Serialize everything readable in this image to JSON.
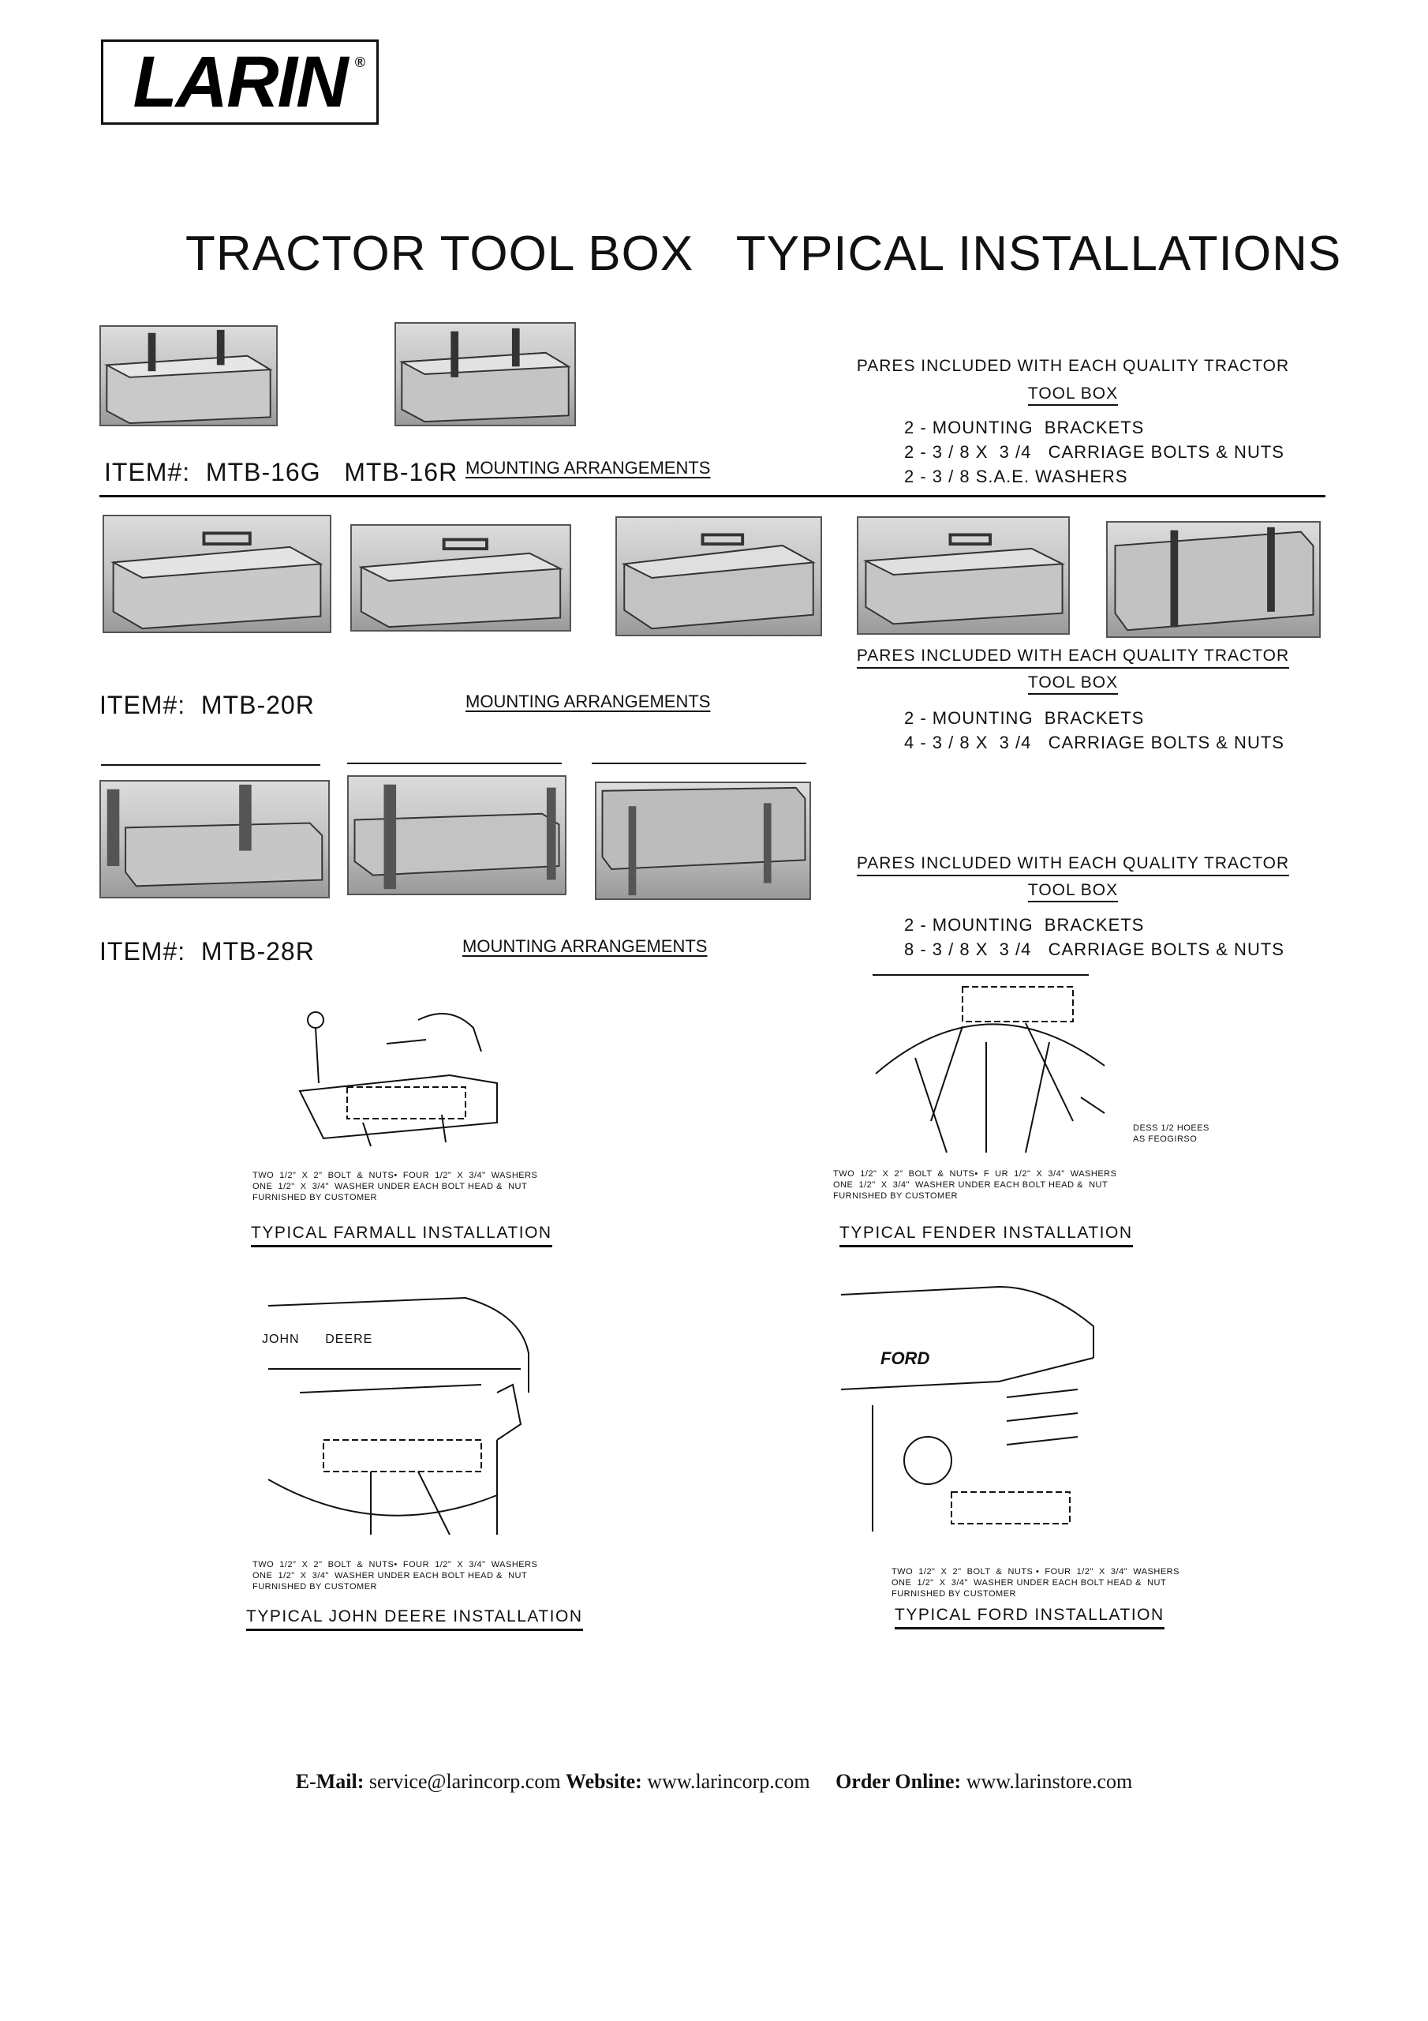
{
  "brand": {
    "logo_text": "LARIN",
    "registered_mark": "®"
  },
  "title": "TRACTOR TOOL BOX   TYPICAL INSTALLATIONS",
  "sections": [
    {
      "item_label": "ITEM#:  MTB-16G   MTB-16R",
      "mounting_label": "MOUNTING  ARRANGEMENTS",
      "parts_heading": "PARES INCLUDED WITH EACH QUALITY TRACTOR",
      "parts_subheading": "TOOL BOX",
      "parts": [
        "2 - MOUNTING  BRACKETS",
        "2 - 3 / 8 X  3 /4   CARRIAGE BOLTS & NUTS",
        "2 - 3 / 8 S.A.E. WASHERS"
      ]
    },
    {
      "item_label": "ITEM#:  MTB-20R",
      "mounting_label": "MOUNTING  ARRANGEMENTS",
      "parts_heading": "PARES INCLUDED WITH EACH QUALITY TRACTOR",
      "parts_subheading": "TOOL BOX",
      "parts": [
        "2 - MOUNTING  BRACKETS",
        "4 - 3 / 8 X  3 /4   CARRIAGE BOLTS & NUTS"
      ]
    },
    {
      "item_label": "ITEM#:  MTB-28R",
      "mounting_label": "MOUNTING  ARRANGEMENTS",
      "parts_heading": "PARES INCLUDED WITH EACH QUALITY TRACTOR",
      "parts_subheading": "TOOL BOX",
      "parts": [
        "2 - MOUNTING  BRACKETS",
        "8 - 3 / 8 X  3 /4   CARRIAGE BOLTS & NUTS"
      ]
    }
  ],
  "installations": [
    {
      "title": "TYPICAL  FARMALL  INSTALLATION",
      "note": "TWO  1/2\"  X  2\"  BOLT  &  NUTS•  FOUR  1/2\"  X  3/4\"  WASHERS\nONE  1/2\"  X  3/4\"  WASHER UNDER EACH BOLT HEAD &  NUT\nFURNISHED BY CUSTOMER"
    },
    {
      "title": "TYPICAL  FENDER  INSTALLATION",
      "note": "TWO  1/2\"  X  2\"  BOLT  &  NUTS•  F  UR  1/2\"  X  3/4\"  WASHERS\nONE  1/2\"  X  3/4\"  WASHER UNDER EACH BOLT HEAD &  NUT\nFURNISHED BY CUSTOMER",
      "callout": "DESS 1/2 HOEES\nAS FEOGIRSO"
    },
    {
      "title": "TYPICAL  JOHN  DEERE  INSTALLATION",
      "note": "TWO  1/2\"  X  2\"  BOLT  &  NUTS•  FOUR  1/2\"  X  3/4\"  WASHERS\nONE  1/2\"  X  3/4\"  WASHER UNDER EACH BOLT HEAD &  NUT\nFURNISHED BY CUSTOMER",
      "drawing_label": "JOHN      DEERE"
    },
    {
      "title": "TYPICAL  FORD  INSTALLATION",
      "note": "TWO  1/2\"  X  2\"  BOLT  &  NUTS •  FOUR  1/2\"  X  3/4\"  WASHERS\nONE  1/2\"  X  3/4\"  WASHER UNDER EACH BOLT HEAD &  NUT\nFURNISHED BY CUSTOMER",
      "drawing_label": "FORD"
    }
  ],
  "footer": {
    "email_label": "E-Mail:",
    "email": "service@larincorp.com",
    "website_label": "Website:",
    "website": "www.larincorp.com",
    "order_label": "Order Online:",
    "order_url": "www.larinstore.com"
  }
}
